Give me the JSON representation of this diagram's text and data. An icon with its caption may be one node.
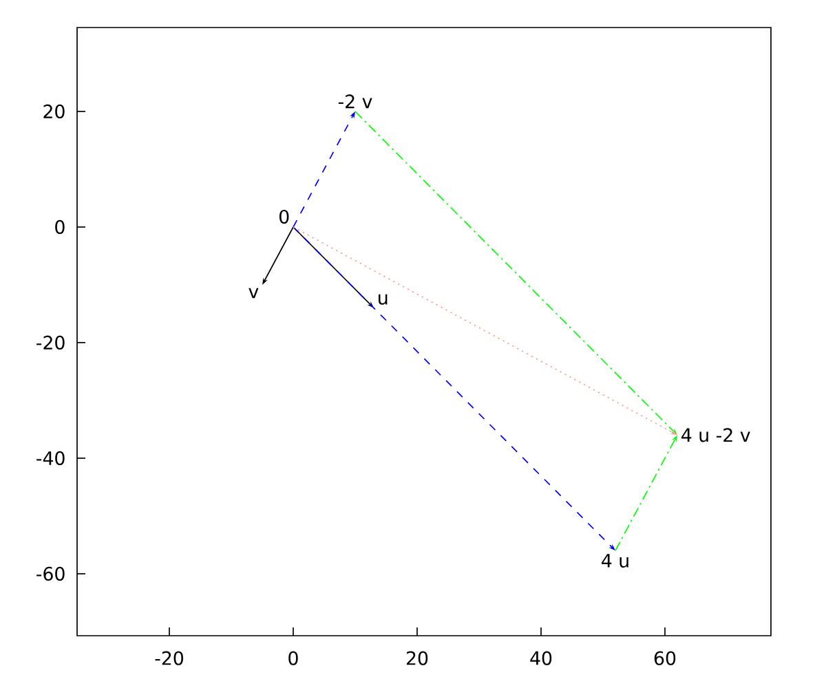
{
  "diagram": {
    "nodes": [
      {
        "text": [
          "0"
        ]
      },
      {
        "text": [
          "-2 v"
        ]
      },
      {
        "text": [
          "4 u -2 v"
        ]
      },
      {
        "text": [
          "4 u"
        ]
      },
      {
        "text": [
          "v"
        ]
      },
      {
        "text": [
          "u"
        ]
      }
    ],
    "edges": [
      {
        "from": 0,
        "to": 4,
        "arrow": "to"
      },
      {
        "from": 0,
        "to": 5,
        "arrow": "to"
      },
      {
        "from": 0,
        "to": 1,
        "arrow": "to",
        "style": "dashed",
        "color": "#0000ff"
      },
      {
        "from": 0,
        "to": 3,
        "arrow": "to",
        "style": "dashed",
        "color": "#0000ff"
      },
      {
        "from": 1,
        "to": 2,
        "arrow": "to",
        "style": "dashed",
        "color": "#00ff00"
      },
      {
        "from": 3,
        "to": 2,
        "arrow": "to",
        "style": "dashed",
        "color": "#00ff00"
      },
      {
        "from": 0,
        "to": 2,
        "arrow": "to",
        "style": "dashed",
        "color": "#ff9999"
      }
    ],
    "labels": [
      "20",
      "0",
      "-20",
      "-40",
      "-60",
      "-20",
      "0",
      "20",
      "40",
      "60"
    ]
  }
}
